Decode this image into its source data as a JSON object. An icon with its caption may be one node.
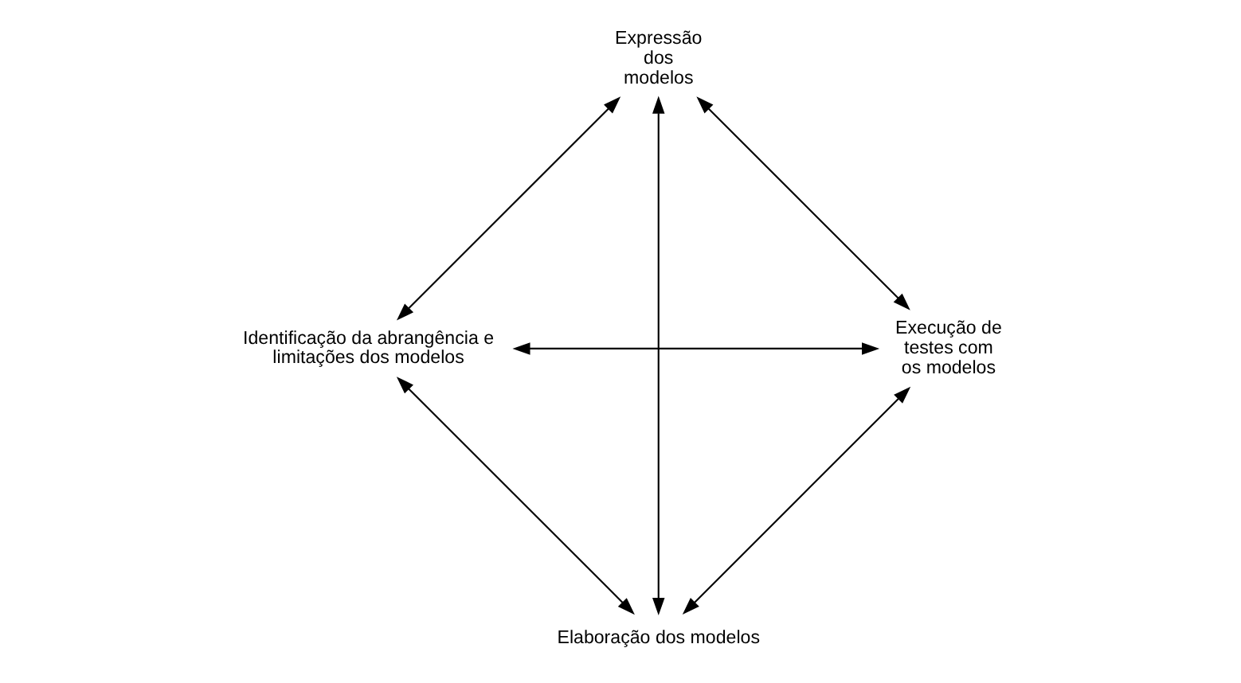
{
  "diagram": {
    "nodes": [
      {
        "text": [
          "Elaboração dos modelos"
        ]
      },
      {
        "text": [
          "Execução de testes com os modelos"
        ]
      },
      {
        "text": [
          "Expressão dos modelos"
        ]
      },
      {
        "text": [
          "Identificação da abrangência e limitações dos modelos"
        ]
      }
    ],
    "edges": [
      {
        "from": 0,
        "to": 2,
        "arrow": "both"
      },
      {
        "from": 0,
        "to": 1,
        "arrow": "both"
      },
      {
        "from": 2,
        "to": 1,
        "arrow": "both"
      },
      {
        "from": 2,
        "to": 3,
        "arrow": "both"
      },
      {
        "from": 1,
        "to": 3,
        "arrow": "both"
      },
      {
        "from": 3,
        "to": 0,
        "arrow": "both"
      }
    ]
  }
}
